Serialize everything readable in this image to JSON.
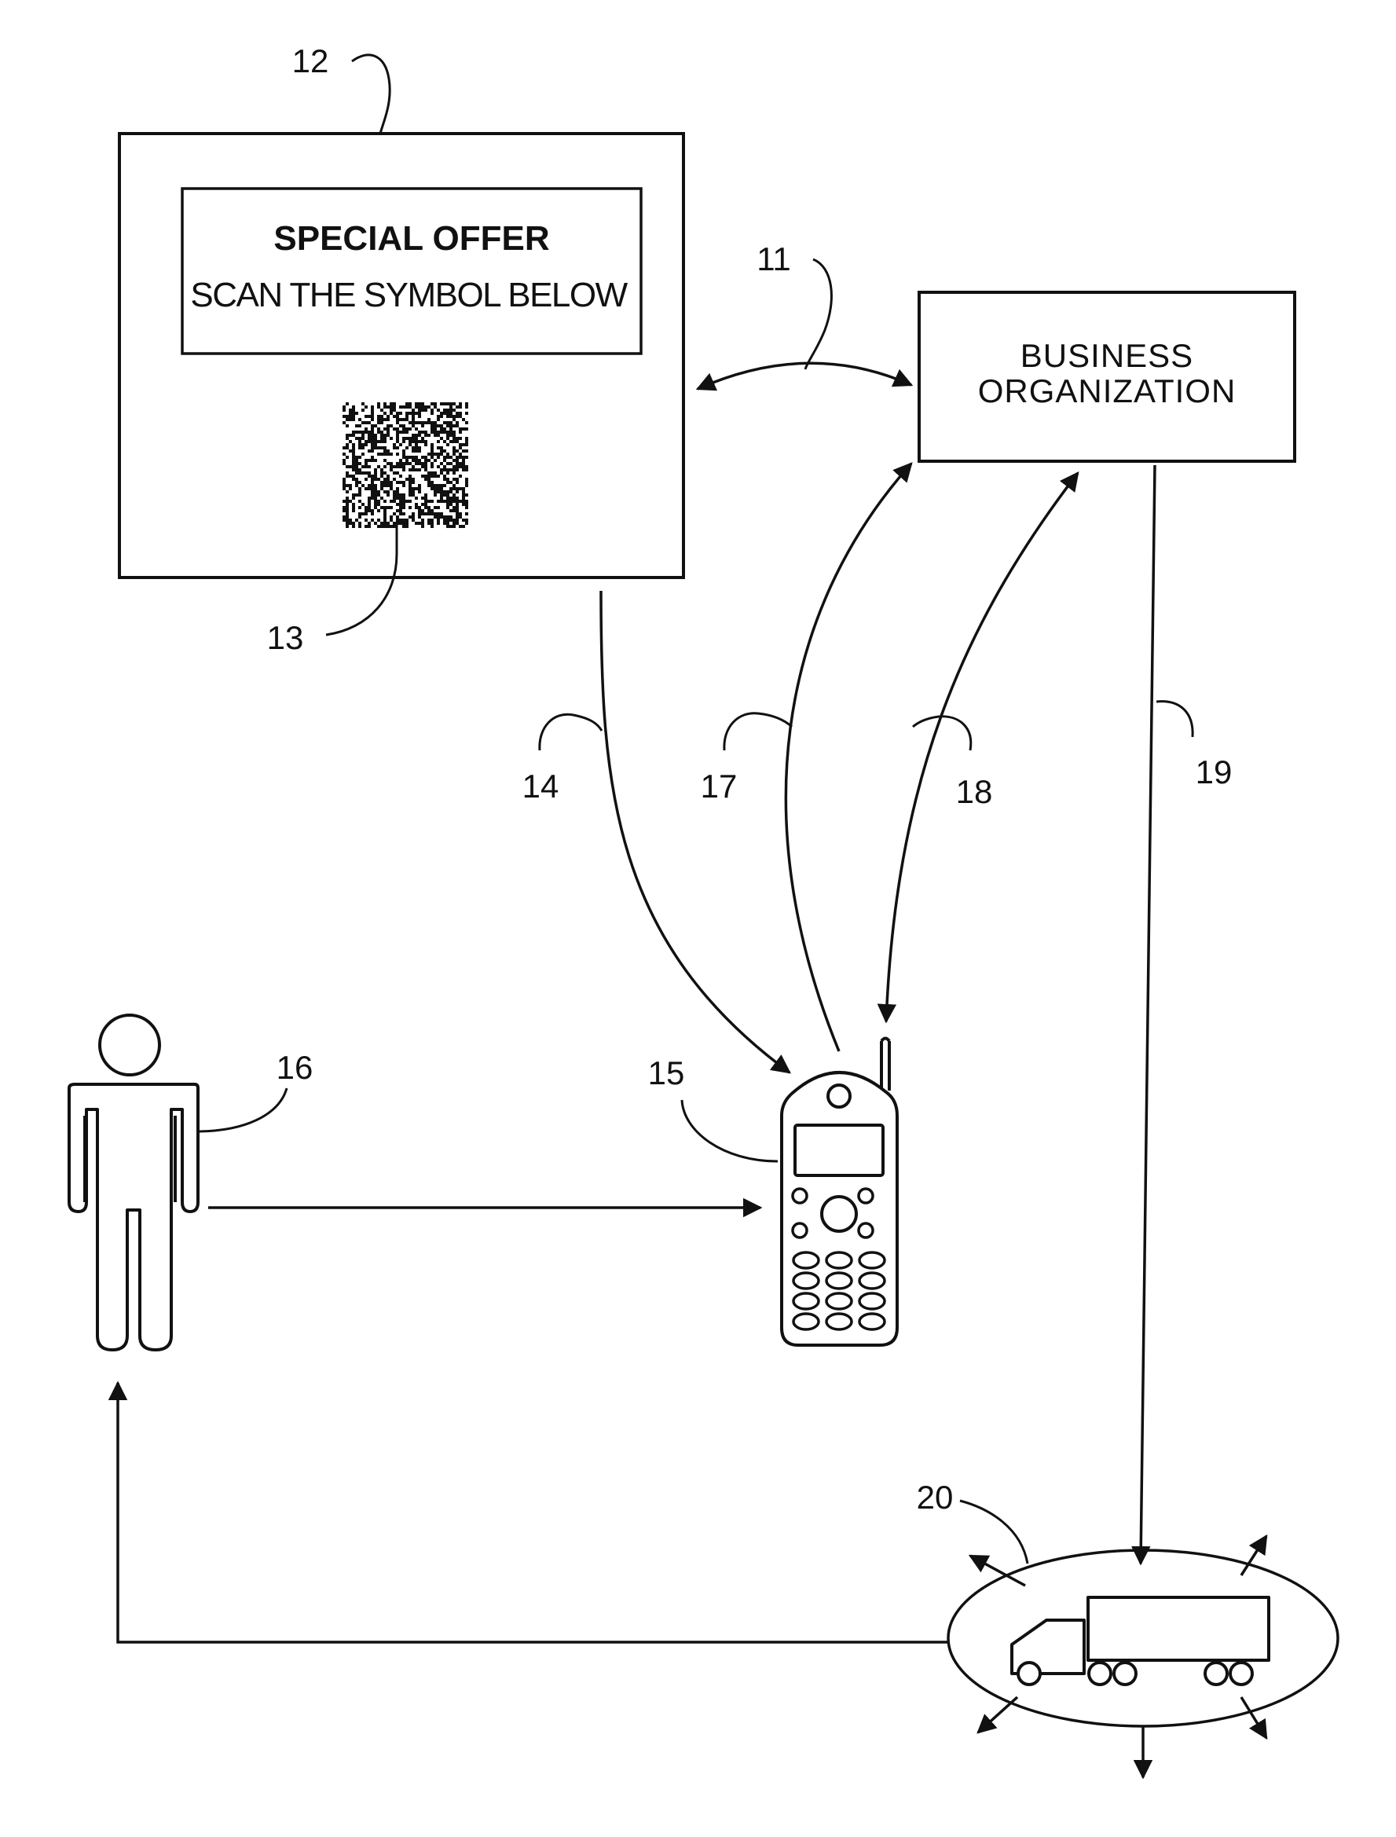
{
  "colors": {
    "ink": "#111111",
    "paper": "#ffffff"
  },
  "poster": {
    "title": "SPECIAL OFFER",
    "subtitle": "SCAN THE SYMBOL BELOW",
    "symbol": "2d-barcode"
  },
  "business": {
    "line1": "BUSINESS",
    "line2": "ORGANIZATION"
  },
  "icons": [
    "barcode-icon",
    "person-icon",
    "mobile-phone-icon",
    "delivery-truck-icon"
  ],
  "refs": {
    "r11": "11",
    "r12": "12",
    "r13": "13",
    "r14": "14",
    "r15": "15",
    "r16": "16",
    "r17": "17",
    "r18": "18",
    "r19": "19",
    "r20": "20"
  }
}
